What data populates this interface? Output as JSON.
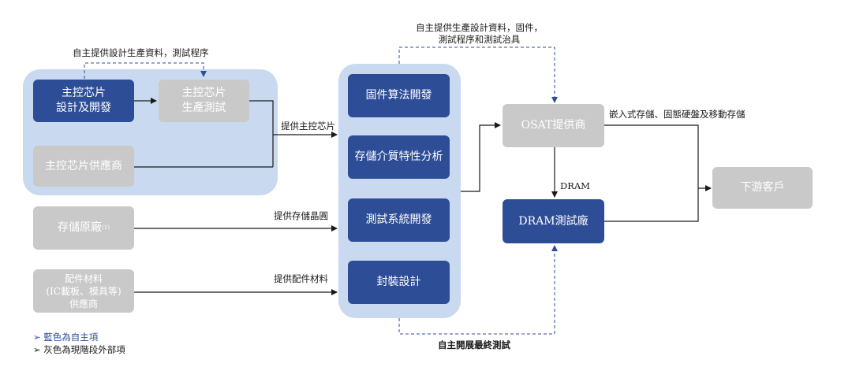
{
  "boxes": {
    "chip_design": "主控芯片\n設計及開發",
    "chip_test": "主控芯片\n生產測試",
    "chip_supplier": "主控芯片供應商",
    "memory_fab": "存儲原廠",
    "memory_fab_note": "(1)",
    "materials_supplier": "配件材料\n(IC載板、模具等)\n供應商",
    "firmware": "固件算法開發",
    "media_analysis": "存儲介質特性分析",
    "test_system": "測試系統開發",
    "package_design": "封裝設計",
    "osat": "OSAT提供商",
    "dram_test": "DRAM測試廠",
    "downstream": "下游客戶"
  },
  "labels": {
    "design_data_test": "自主提供設計生產資料，測試程序",
    "top_provide": "自主提供生產設計資料，固件，\n測試程序和測試治具",
    "provide_chip": "提供主控芯片",
    "provide_wafer": "提供存儲晶圓",
    "provide_materials": "提供配件材料",
    "products": "嵌入式存儲、固態硬盤及移動存儲",
    "dram": "DRAM",
    "final_test": "自主開展最終測試"
  },
  "legend": {
    "blue_item": "藍色為自主項",
    "grey_item": "灰色為現階段外部項",
    "marker": "➢"
  },
  "colors": {
    "blue_box": "#2e4d97",
    "grey_box": "#c9c9c9",
    "panel": "#c9d9ef",
    "dashed_line": "#2e4d97",
    "legend_blue": "#2e4d97"
  }
}
